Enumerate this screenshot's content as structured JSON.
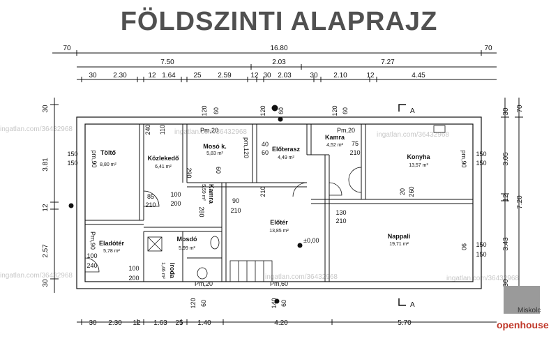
{
  "title": "FÖLDSZINTI ALAPRAJZ",
  "dims_top": {
    "row1": [
      "70",
      "16.80",
      "70"
    ],
    "row2": [
      "7.50",
      "2.03",
      "7.27"
    ],
    "row3": [
      "30",
      "2.30",
      "12",
      "1.64",
      "25",
      "2.59",
      "12",
      "30",
      "2.03",
      "30",
      "2.10",
      "12",
      "4.45"
    ]
  },
  "dims_bottom": [
    "30",
    "2.30",
    "12",
    "1.63",
    "25",
    "1.40",
    "4.20",
    "5.70"
  ],
  "dims_left": [
    "30",
    "3.81",
    "12",
    "2.57",
    "30"
  ],
  "dims_right": [
    "70",
    "30",
    "3.05",
    "12",
    "3.43",
    "7.20",
    "30"
  ],
  "rooms": [
    {
      "name": "Töltő",
      "area": "8,80 m²"
    },
    {
      "name": "Közlekedő",
      "area": "6,41 m²"
    },
    {
      "name": "Mosó k.",
      "area": "5,83 m²"
    },
    {
      "name": "Előterasz",
      "area": "4,49 m²"
    },
    {
      "name": "Kamra",
      "area": "4,52 m²"
    },
    {
      "name": "Konyha",
      "area": "13,57 m²"
    },
    {
      "name": "Eladótér",
      "area": "5,78 m²"
    },
    {
      "name": "Mosdó",
      "area": "5,99 m²"
    },
    {
      "name": "Iroda",
      "area": "1,46 m²"
    },
    {
      "name": "Előtér",
      "area": "13,85 m²"
    },
    {
      "name": "Nappali",
      "area": "19,71 m²"
    },
    {
      "name": "Kamra",
      "area": "5,59 m²"
    }
  ],
  "level": "±0,00",
  "section": "A",
  "openings": [
    "120",
    "60",
    "120",
    "60",
    "120",
    "60",
    "240",
    "110",
    "Pm,20",
    "Pm,20",
    "pm,120",
    "40",
    "60",
    "75",
    "210",
    "150",
    "150",
    "pm,90",
    "pm,90",
    "210",
    "210",
    "85",
    "100",
    "200",
    "290",
    "60",
    "280",
    "260",
    "20",
    "130",
    "210",
    "100",
    "240",
    "90",
    "210",
    "Pm,90",
    "Pm,60",
    "Pm,20",
    "100",
    "200",
    "150",
    "150",
    "90",
    "60",
    "150",
    "150",
    "140",
    "60",
    "120",
    "60"
  ],
  "watermark": "ingatlan.com/36432968",
  "logo": {
    "city": "Miskolc",
    "brand": "openhouse"
  }
}
